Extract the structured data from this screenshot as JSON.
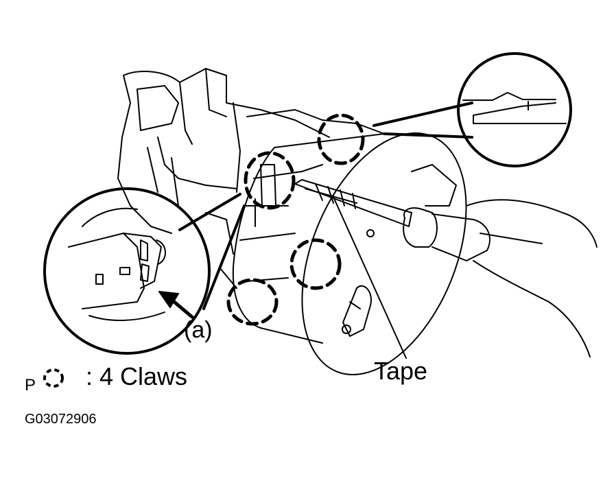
{
  "labels": {
    "tape": "Tape",
    "marker_a": "(a)",
    "legend_prefix": "P",
    "legend_text": ": 4 Claws",
    "figure_code": "G03072906"
  }
}
